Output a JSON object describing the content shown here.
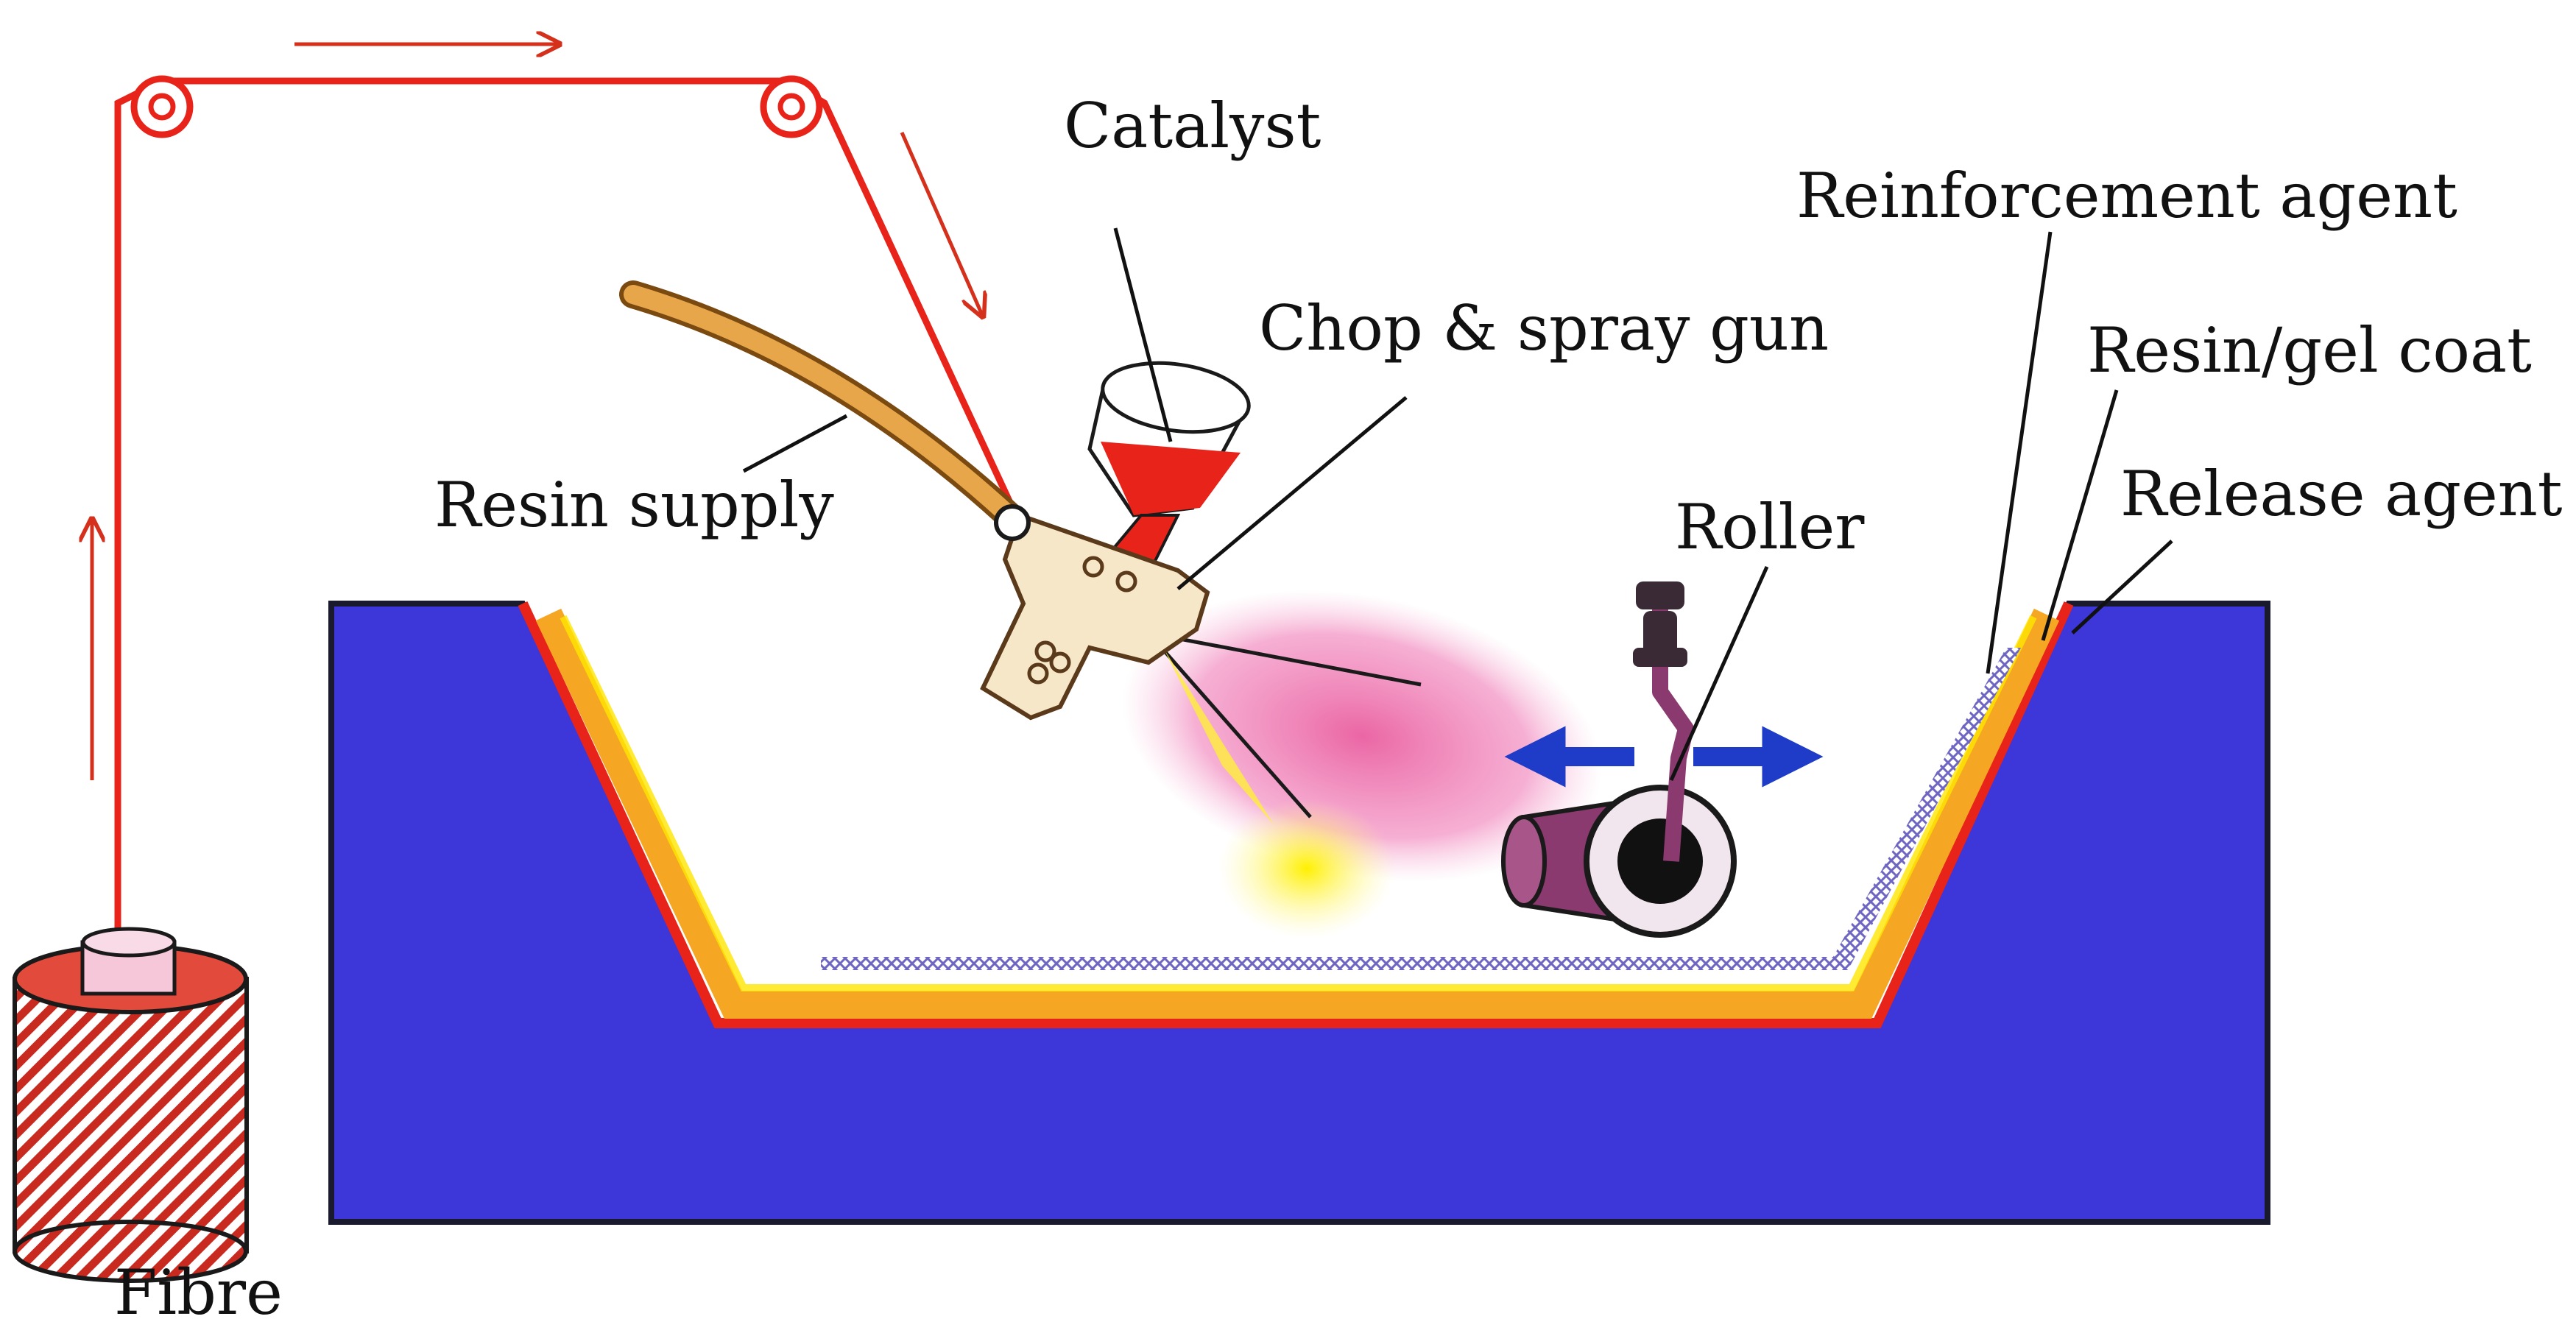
{
  "labels": {
    "catalyst": "Catalyst",
    "chop_spray_gun": "Chop & spray gun",
    "resin_supply": "Resin supply",
    "roller": "Roller",
    "reinforcement_agent": "Reinforcement agent",
    "resin_gel_coat": "Resin/gel coat",
    "release_agent": "Release agent",
    "fibre": "Fibre"
  },
  "colors": {
    "mould": "#3d36d8",
    "mould_outline": "#1a1a2e",
    "release_agent": "#e8231a",
    "gel_coat": "#f5a623",
    "gel_coat_highlight": "#ffe600",
    "reinforcement": "#8a7fd0",
    "fibre_strand": "#e8231a",
    "catalyst": "#e8231a",
    "gun_body": "#f6e7c8",
    "resin_hose": "#e8a64a",
    "spray_catalyst": "#e8559a",
    "spray_resin": "#ffef3a",
    "roller_handle": "#8a3a6e",
    "roller_arrows": "#1f3cc8",
    "fibre_spool": "#c92a1f"
  }
}
